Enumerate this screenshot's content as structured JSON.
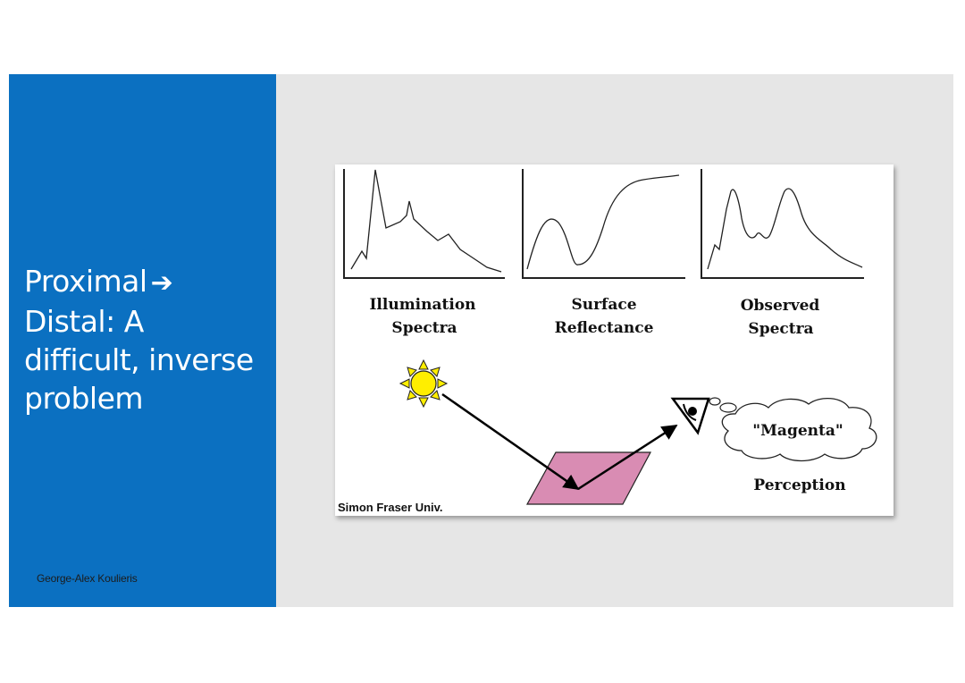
{
  "slide": {
    "title_line1": "Proximal",
    "title_arrow": "➔",
    "title_line2": "Distal: A",
    "title_line3": "difficult, inverse",
    "title_line4": "problem",
    "author": "George-Alex Koulieris",
    "colors": {
      "left_panel": "#0b70c1",
      "background": "#e6e6e6",
      "surface_patch": "#d98cb3",
      "sun": "#ffee00"
    }
  },
  "figure": {
    "panels": [
      {
        "label_line1": "Illumination",
        "label_line2": "Spectra"
      },
      {
        "label_line1": "Surface",
        "label_line2": "Reflectance"
      },
      {
        "label_line1": "Observed",
        "label_line2": "Spectra"
      }
    ],
    "cloud_text": "\"Magenta\"",
    "perception_label": "Perception",
    "credit": "Simon Fraser Univ.",
    "icons": [
      "sun-icon",
      "eye-icon",
      "thought-cloud-icon"
    ]
  }
}
